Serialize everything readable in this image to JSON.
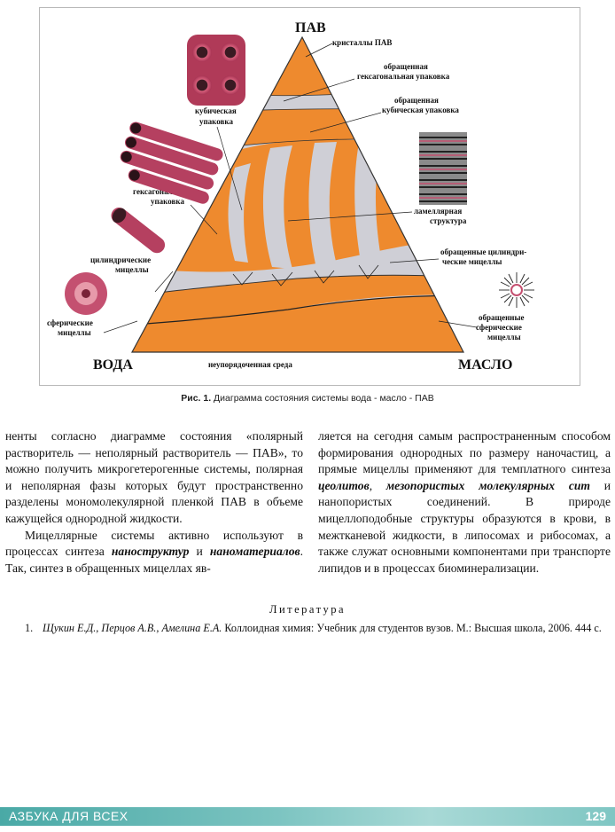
{
  "figure": {
    "corner_top": "ПАВ",
    "corner_left": "ВОДА",
    "corner_right": "МАСЛО",
    "labels": {
      "crystals": "кристаллы ПАВ",
      "inv_hex_1": "обращенная",
      "inv_hex_2": "гексагональная упаковка",
      "inv_cub_1": "обращенная",
      "inv_cub_2": "кубическая упаковка",
      "cubic_1": "кубическая",
      "cubic_2": "упаковка",
      "lamellar_1": "ламеллярная",
      "lamellar_2": "структура",
      "hex_1": "гексагональная",
      "hex_2": "упаковка",
      "inv_cyl_1": "обращенные цилиндри-",
      "inv_cyl_2": "ческие мицеллы",
      "cyl_1": "цилиндрические",
      "cyl_2": "мицеллы",
      "sph_1": "сферические",
      "sph_2": "мицеллы",
      "inv_sph_1": "обращенные",
      "inv_sph_2": "сферические",
      "inv_sph_3": "мицеллы",
      "disordered": "неупорядоченная среда"
    },
    "colors": {
      "orange": "#ee8a2e",
      "grey": "#cfcfd6",
      "micelle": "#c4506a"
    }
  },
  "caption": {
    "label": "Рис. 1.",
    "text": " Диаграмма состояния системы вода - масло - ПАВ"
  },
  "left_column": {
    "p1": "ненты согласно диаграмме состояния «полярный растворитель — неполярный растворитель — ПАВ», то можно получить микрогетерогенные системы, полярная и неполярная фазы которых будут пространственно разделены мономолекулярной пленкой ПАВ в объеме кажущейся однородной жидкости.",
    "p2_a": "Мицеллярные системы активно используют в процессах синтеза ",
    "p2_b": "наноструктур",
    "p2_c": " и ",
    "p2_d": "наноматериалов",
    "p2_e": ". Так, синтез в обращенных мицеллах яв-"
  },
  "right_column": {
    "a": "ляется на сегодня самым распространенным способом формирования однородных по размеру наночастиц, а прямые мицеллы применяют для темплатного синтеза ",
    "b": "цеолитов",
    "c": ", ",
    "d": "мезопористых молекулярных сит",
    "e": " и нанопористых соединений. В природе мицеллоподобные структуры образуются в крови, в межтканевой жидкости, в липосомах и рибосомах, а также служат основными компонентами при транспорте липидов и в процессах биоминерализации."
  },
  "literature": {
    "title": "Литература",
    "num": "1.",
    "authors": "Щукин Е.Д., Перцов А.В., Амелина Е.А.",
    "rest": " Коллоидная химия: Учебник для студентов вузов. М.: Высшая школа, 2006. 444 с."
  },
  "footer": {
    "left": "АЗБУКА ДЛЯ ВСЕХ",
    "page": "129"
  }
}
